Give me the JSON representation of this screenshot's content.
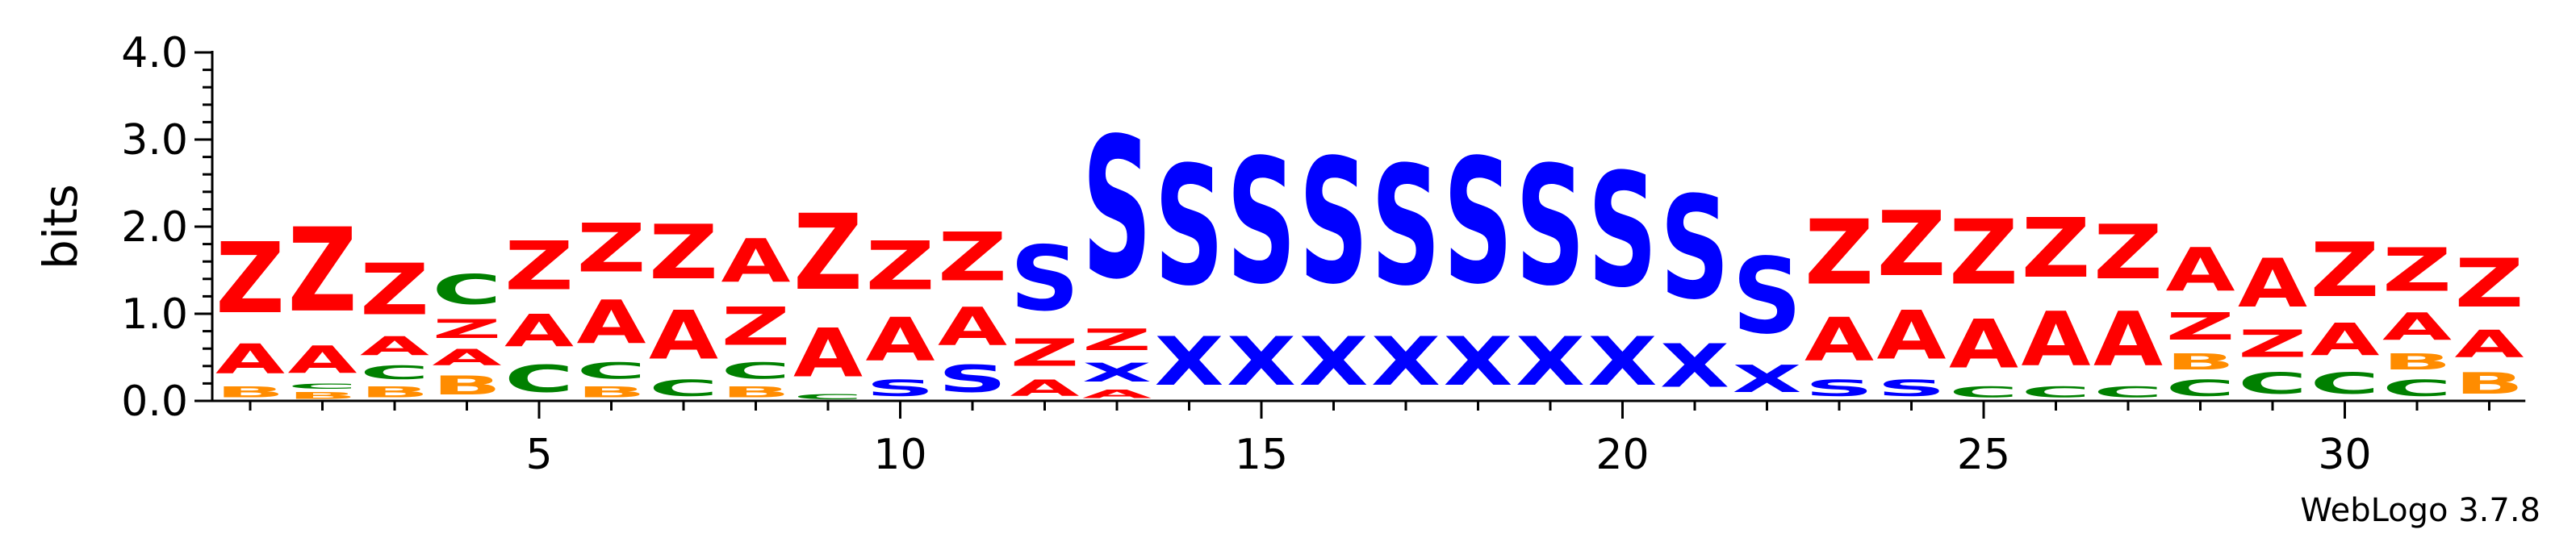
{
  "chart_data": {
    "type": "sequence-logo",
    "ylabel": "bits",
    "ylim": [
      0,
      4.0
    ],
    "y_ticks": [
      "0.0",
      "1.0",
      "2.0",
      "3.0",
      "4.0"
    ],
    "x_ticks": [
      "5",
      "10",
      "15",
      "20",
      "25",
      "30"
    ],
    "x_tick_positions": [
      5,
      10,
      15,
      20,
      25,
      30
    ],
    "x_range": [
      1,
      32
    ],
    "colors": {
      "Z": "#ff0000",
      "A": "#ff0000",
      "S": "#0000ff",
      "X": "#0000ff",
      "C": "#008000",
      "B": "#ff8c00"
    },
    "positions": [
      {
        "pos": 1,
        "stack": [
          {
            "l": "B",
            "v": 0.2
          },
          {
            "l": "A",
            "v": 0.55
          },
          {
            "l": "Z",
            "v": 1.3
          }
        ]
      },
      {
        "pos": 2,
        "stack": [
          {
            "l": "B",
            "v": 0.12
          },
          {
            "l": "C",
            "v": 0.1
          },
          {
            "l": "A",
            "v": 0.5
          },
          {
            "l": "Z",
            "v": 1.55
          }
        ]
      },
      {
        "pos": 3,
        "stack": [
          {
            "l": "B",
            "v": 0.2
          },
          {
            "l": "C",
            "v": 0.25
          },
          {
            "l": "A",
            "v": 0.35
          },
          {
            "l": "Z",
            "v": 0.95
          }
        ]
      },
      {
        "pos": 4,
        "stack": [
          {
            "l": "B",
            "v": 0.35
          },
          {
            "l": "A",
            "v": 0.3
          },
          {
            "l": "Z",
            "v": 0.35
          },
          {
            "l": "C",
            "v": 0.55
          }
        ]
      },
      {
        "pos": 5,
        "stack": [
          {
            "l": "C",
            "v": 0.5
          },
          {
            "l": "A",
            "v": 0.6
          },
          {
            "l": "Z",
            "v": 0.9
          }
        ]
      },
      {
        "pos": 6,
        "stack": [
          {
            "l": "B",
            "v": 0.2
          },
          {
            "l": "C",
            "v": 0.3
          },
          {
            "l": "A",
            "v": 0.8
          },
          {
            "l": "Z",
            "v": 0.9
          }
        ]
      },
      {
        "pos": 7,
        "stack": [
          {
            "l": "C",
            "v": 0.3
          },
          {
            "l": "A",
            "v": 0.9
          },
          {
            "l": "Z",
            "v": 1.0
          }
        ]
      },
      {
        "pos": 8,
        "stack": [
          {
            "l": "B",
            "v": 0.2
          },
          {
            "l": "C",
            "v": 0.3
          },
          {
            "l": "Z",
            "v": 0.7
          },
          {
            "l": "A",
            "v": 0.8
          }
        ]
      },
      {
        "pos": 9,
        "stack": [
          {
            "l": "C",
            "v": 0.1
          },
          {
            "l": "A",
            "v": 0.9
          },
          {
            "l": "Z",
            "v": 1.4
          }
        ]
      },
      {
        "pos": 10,
        "stack": [
          {
            "l": "S",
            "v": 0.3
          },
          {
            "l": "A",
            "v": 0.8
          },
          {
            "l": "Z",
            "v": 0.9
          }
        ]
      },
      {
        "pos": 11,
        "stack": [
          {
            "l": "S",
            "v": 0.5
          },
          {
            "l": "A",
            "v": 0.7
          },
          {
            "l": "Z",
            "v": 0.9
          }
        ]
      },
      {
        "pos": 12,
        "stack": [
          {
            "l": "A",
            "v": 0.3
          },
          {
            "l": "Z",
            "v": 0.5
          },
          {
            "l": "S",
            "v": 1.2
          }
        ]
      },
      {
        "pos": 13,
        "stack": [
          {
            "l": "A",
            "v": 0.15
          },
          {
            "l": "X",
            "v": 0.35
          },
          {
            "l": "Z",
            "v": 0.4
          },
          {
            "l": "S",
            "v": 2.6
          }
        ]
      },
      {
        "pos": 14,
        "stack": [
          {
            "l": "X",
            "v": 0.9
          },
          {
            "l": "S",
            "v": 2.2
          }
        ]
      },
      {
        "pos": 15,
        "stack": [
          {
            "l": "X",
            "v": 0.9
          },
          {
            "l": "S",
            "v": 2.3
          }
        ]
      },
      {
        "pos": 16,
        "stack": [
          {
            "l": "X",
            "v": 0.9
          },
          {
            "l": "S",
            "v": 2.3
          }
        ]
      },
      {
        "pos": 17,
        "stack": [
          {
            "l": "X",
            "v": 0.9
          },
          {
            "l": "S",
            "v": 2.2
          }
        ]
      },
      {
        "pos": 18,
        "stack": [
          {
            "l": "X",
            "v": 0.9
          },
          {
            "l": "S",
            "v": 2.3
          }
        ]
      },
      {
        "pos": 19,
        "stack": [
          {
            "l": "X",
            "v": 0.9
          },
          {
            "l": "S",
            "v": 2.2
          }
        ]
      },
      {
        "pos": 20,
        "stack": [
          {
            "l": "X",
            "v": 0.9
          },
          {
            "l": "S",
            "v": 2.1
          }
        ]
      },
      {
        "pos": 21,
        "stack": [
          {
            "l": "X",
            "v": 0.8
          },
          {
            "l": "S",
            "v": 1.9
          }
        ]
      },
      {
        "pos": 22,
        "stack": [
          {
            "l": "X",
            "v": 0.5
          },
          {
            "l": "S",
            "v": 1.4
          }
        ]
      },
      {
        "pos": 23,
        "stack": [
          {
            "l": "S",
            "v": 0.3
          },
          {
            "l": "A",
            "v": 0.8
          },
          {
            "l": "Z",
            "v": 1.2
          }
        ]
      },
      {
        "pos": 24,
        "stack": [
          {
            "l": "S",
            "v": 0.3
          },
          {
            "l": "A",
            "v": 0.9
          },
          {
            "l": "Z",
            "v": 1.2
          }
        ]
      },
      {
        "pos": 25,
        "stack": [
          {
            "l": "C",
            "v": 0.2
          },
          {
            "l": "A",
            "v": 0.9
          },
          {
            "l": "Z",
            "v": 1.2
          }
        ]
      },
      {
        "pos": 26,
        "stack": [
          {
            "l": "C",
            "v": 0.2
          },
          {
            "l": "A",
            "v": 1.0
          },
          {
            "l": "Z",
            "v": 1.1
          }
        ]
      },
      {
        "pos": 27,
        "stack": [
          {
            "l": "C",
            "v": 0.2
          },
          {
            "l": "A",
            "v": 1.0
          },
          {
            "l": "Z",
            "v": 1.0
          }
        ]
      },
      {
        "pos": 28,
        "stack": [
          {
            "l": "C",
            "v": 0.3
          },
          {
            "l": "B",
            "v": 0.3
          },
          {
            "l": "Z",
            "v": 0.5
          },
          {
            "l": "A",
            "v": 0.8
          }
        ]
      },
      {
        "pos": 29,
        "stack": [
          {
            "l": "C",
            "v": 0.4
          },
          {
            "l": "Z",
            "v": 0.5
          },
          {
            "l": "A",
            "v": 0.9
          }
        ]
      },
      {
        "pos": 30,
        "stack": [
          {
            "l": "C",
            "v": 0.4
          },
          {
            "l": "A",
            "v": 0.6
          },
          {
            "l": "Z",
            "v": 1.0
          }
        ]
      },
      {
        "pos": 31,
        "stack": [
          {
            "l": "C",
            "v": 0.3
          },
          {
            "l": "B",
            "v": 0.3
          },
          {
            "l": "A",
            "v": 0.5
          },
          {
            "l": "Z",
            "v": 0.8
          }
        ]
      },
      {
        "pos": 32,
        "stack": [
          {
            "l": "B",
            "v": 0.4
          },
          {
            "l": "A",
            "v": 0.5
          },
          {
            "l": "Z",
            "v": 0.9
          }
        ]
      }
    ]
  },
  "footer": {
    "credit": "WebLogo 3.7.8"
  }
}
